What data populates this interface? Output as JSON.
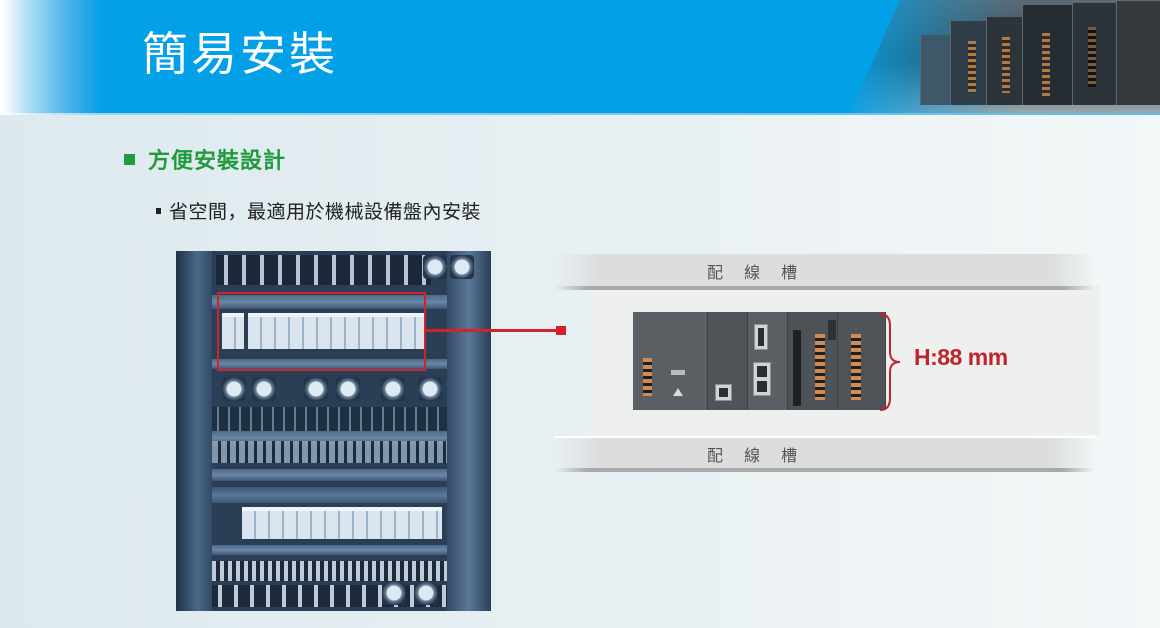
{
  "header": {
    "title": "簡易安裝",
    "background_color": "#02a0e6",
    "banner_image": "plc-modules-photo"
  },
  "section": {
    "bullet_icon": "green-square-bullet",
    "title": "方便安裝設計",
    "title_color": "#1f9a3c",
    "points": [
      {
        "bullet_icon": "small-square-bullet",
        "text": "省空間，最適用於機械設備盤內安裝"
      }
    ]
  },
  "figure": {
    "left_photo": "control-cabinet-photo",
    "highlight_color": "#d2232a",
    "duct_top_label": "配 線 槽",
    "duct_bottom_label": "配 線 槽",
    "device_image": "plc-unit-photo",
    "dimension_icon": "right-brace-icon",
    "dimension_label": "H:88 mm",
    "dimension_color": "#c0242b"
  }
}
